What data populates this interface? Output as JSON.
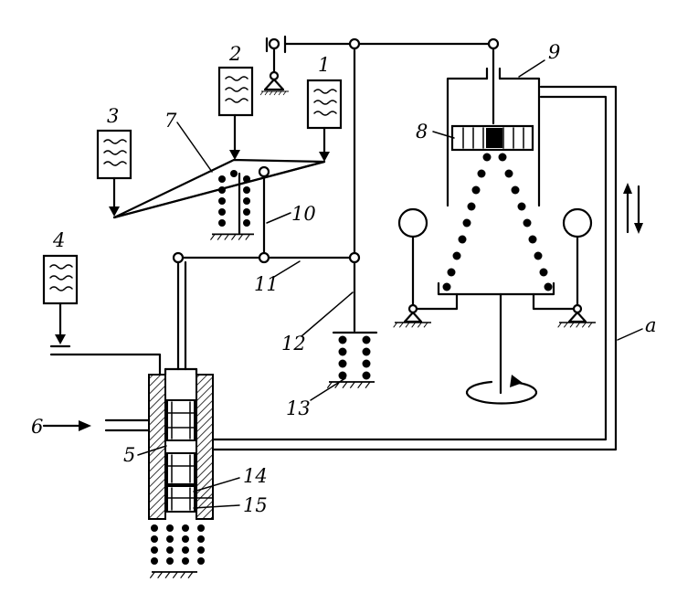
{
  "labels": {
    "p1": "1",
    "p2": "2",
    "p3": "3",
    "p4": "4",
    "p5": "5",
    "p6": "6",
    "p7": "7",
    "p8": "8",
    "p9": "9",
    "p10": "10",
    "p11": "11",
    "p12": "12",
    "p13": "13",
    "p14": "14",
    "p15": "15",
    "pa": "a"
  }
}
